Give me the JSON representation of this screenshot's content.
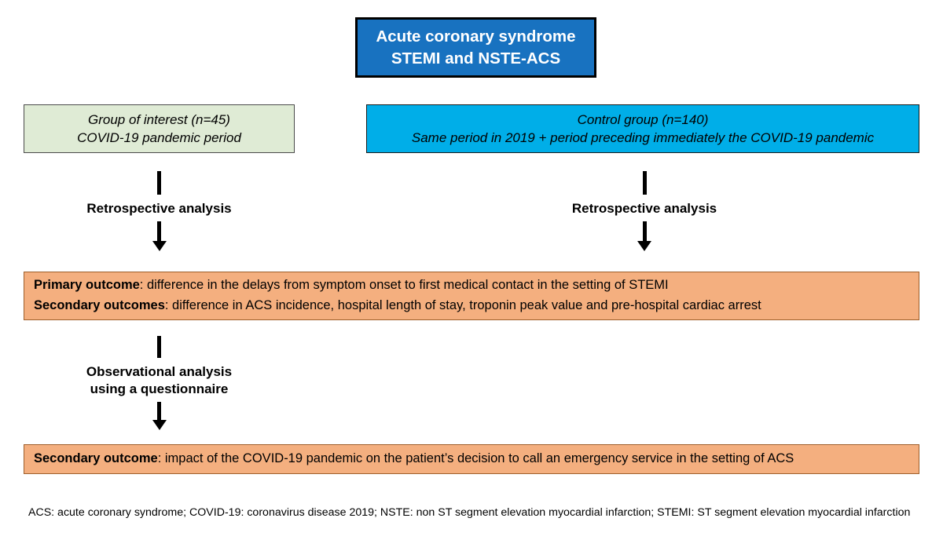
{
  "diagram": {
    "title_box": {
      "line1": "Acute coronary syndrome",
      "line2": "STEMI and NSTE-ACS",
      "bg_color": "#1872C0",
      "text_color": "#FFFFFF",
      "border_color": "#000000"
    },
    "group_of_interest": {
      "line1": "Group of interest (n=45)",
      "line2": "COVID-19 pandemic period",
      "bg_color": "#DFEBD5",
      "border_color": "#4A4A4A"
    },
    "control_group": {
      "line1": "Control group (n=140)",
      "line2": "Same period in 2019 + period preceding immediately the COVID-19 pandemic",
      "bg_color": "#00AEE8",
      "border_color": "#1A1A1A"
    },
    "connectors": {
      "left_retrospective": "Retrospective analysis",
      "right_retrospective": "Retrospective analysis",
      "observational_line1": "Observational analysis",
      "observational_line2": "using a questionnaire"
    },
    "primary_outcome_box": {
      "bg_color": "#F4AF7F",
      "border_color": "#9E5F2B",
      "row1_label": "Primary outcome",
      "row1_text": ": difference in the delays from symptom onset to first medical contact in the setting of STEMI",
      "row2_label": "Secondary outcomes",
      "row2_text": ": difference in ACS incidence, hospital length of stay, troponin peak value and pre-hospital cardiac arrest"
    },
    "secondary_outcome_box": {
      "bg_color": "#F4AF7F",
      "border_color": "#9E5F2B",
      "label": "Secondary outcome",
      "text": ": impact of the COVID-19 pandemic on the patient’s decision to call an emergency service in the setting of ACS"
    },
    "footnote": "ACS: acute coronary syndrome; COVID-19: coronavirus disease 2019; NSTE: non ST segment elevation myocardial infarction; STEMI: ST segment elevation myocardial infarction"
  }
}
